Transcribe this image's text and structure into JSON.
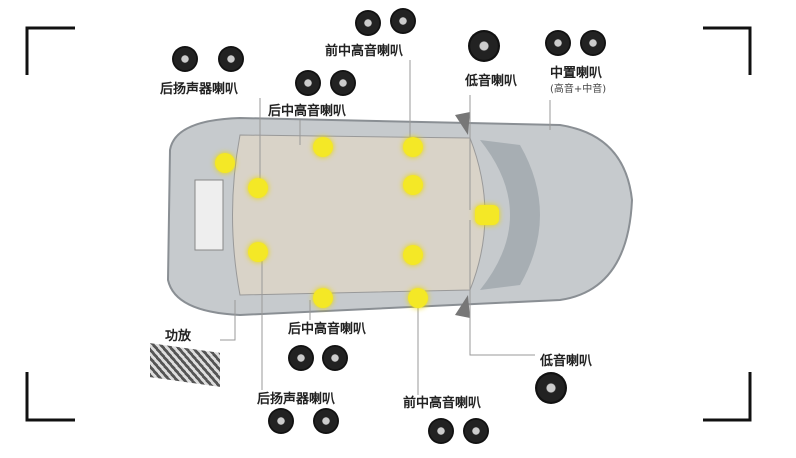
{
  "labels": {
    "front_top": "前中高音喇叭",
    "woofer_top": "低音喇叭",
    "center": "中置喇叭",
    "center_sub": "(高音+中音)",
    "rear_speaker_top": "后扬声器喇叭",
    "rear_mid_top": "后中高音喇叭",
    "amplifier": "功放",
    "rear_mid_bottom": "后中高音喇叭",
    "rear_speaker_bottom": "后扬声器喇叭",
    "front_bottom": "前中高音喇叭",
    "woofer_bottom": "低音喇叭"
  },
  "colors": {
    "speaker_dot": "#f4e826",
    "car_body": "#bfc3c6"
  }
}
